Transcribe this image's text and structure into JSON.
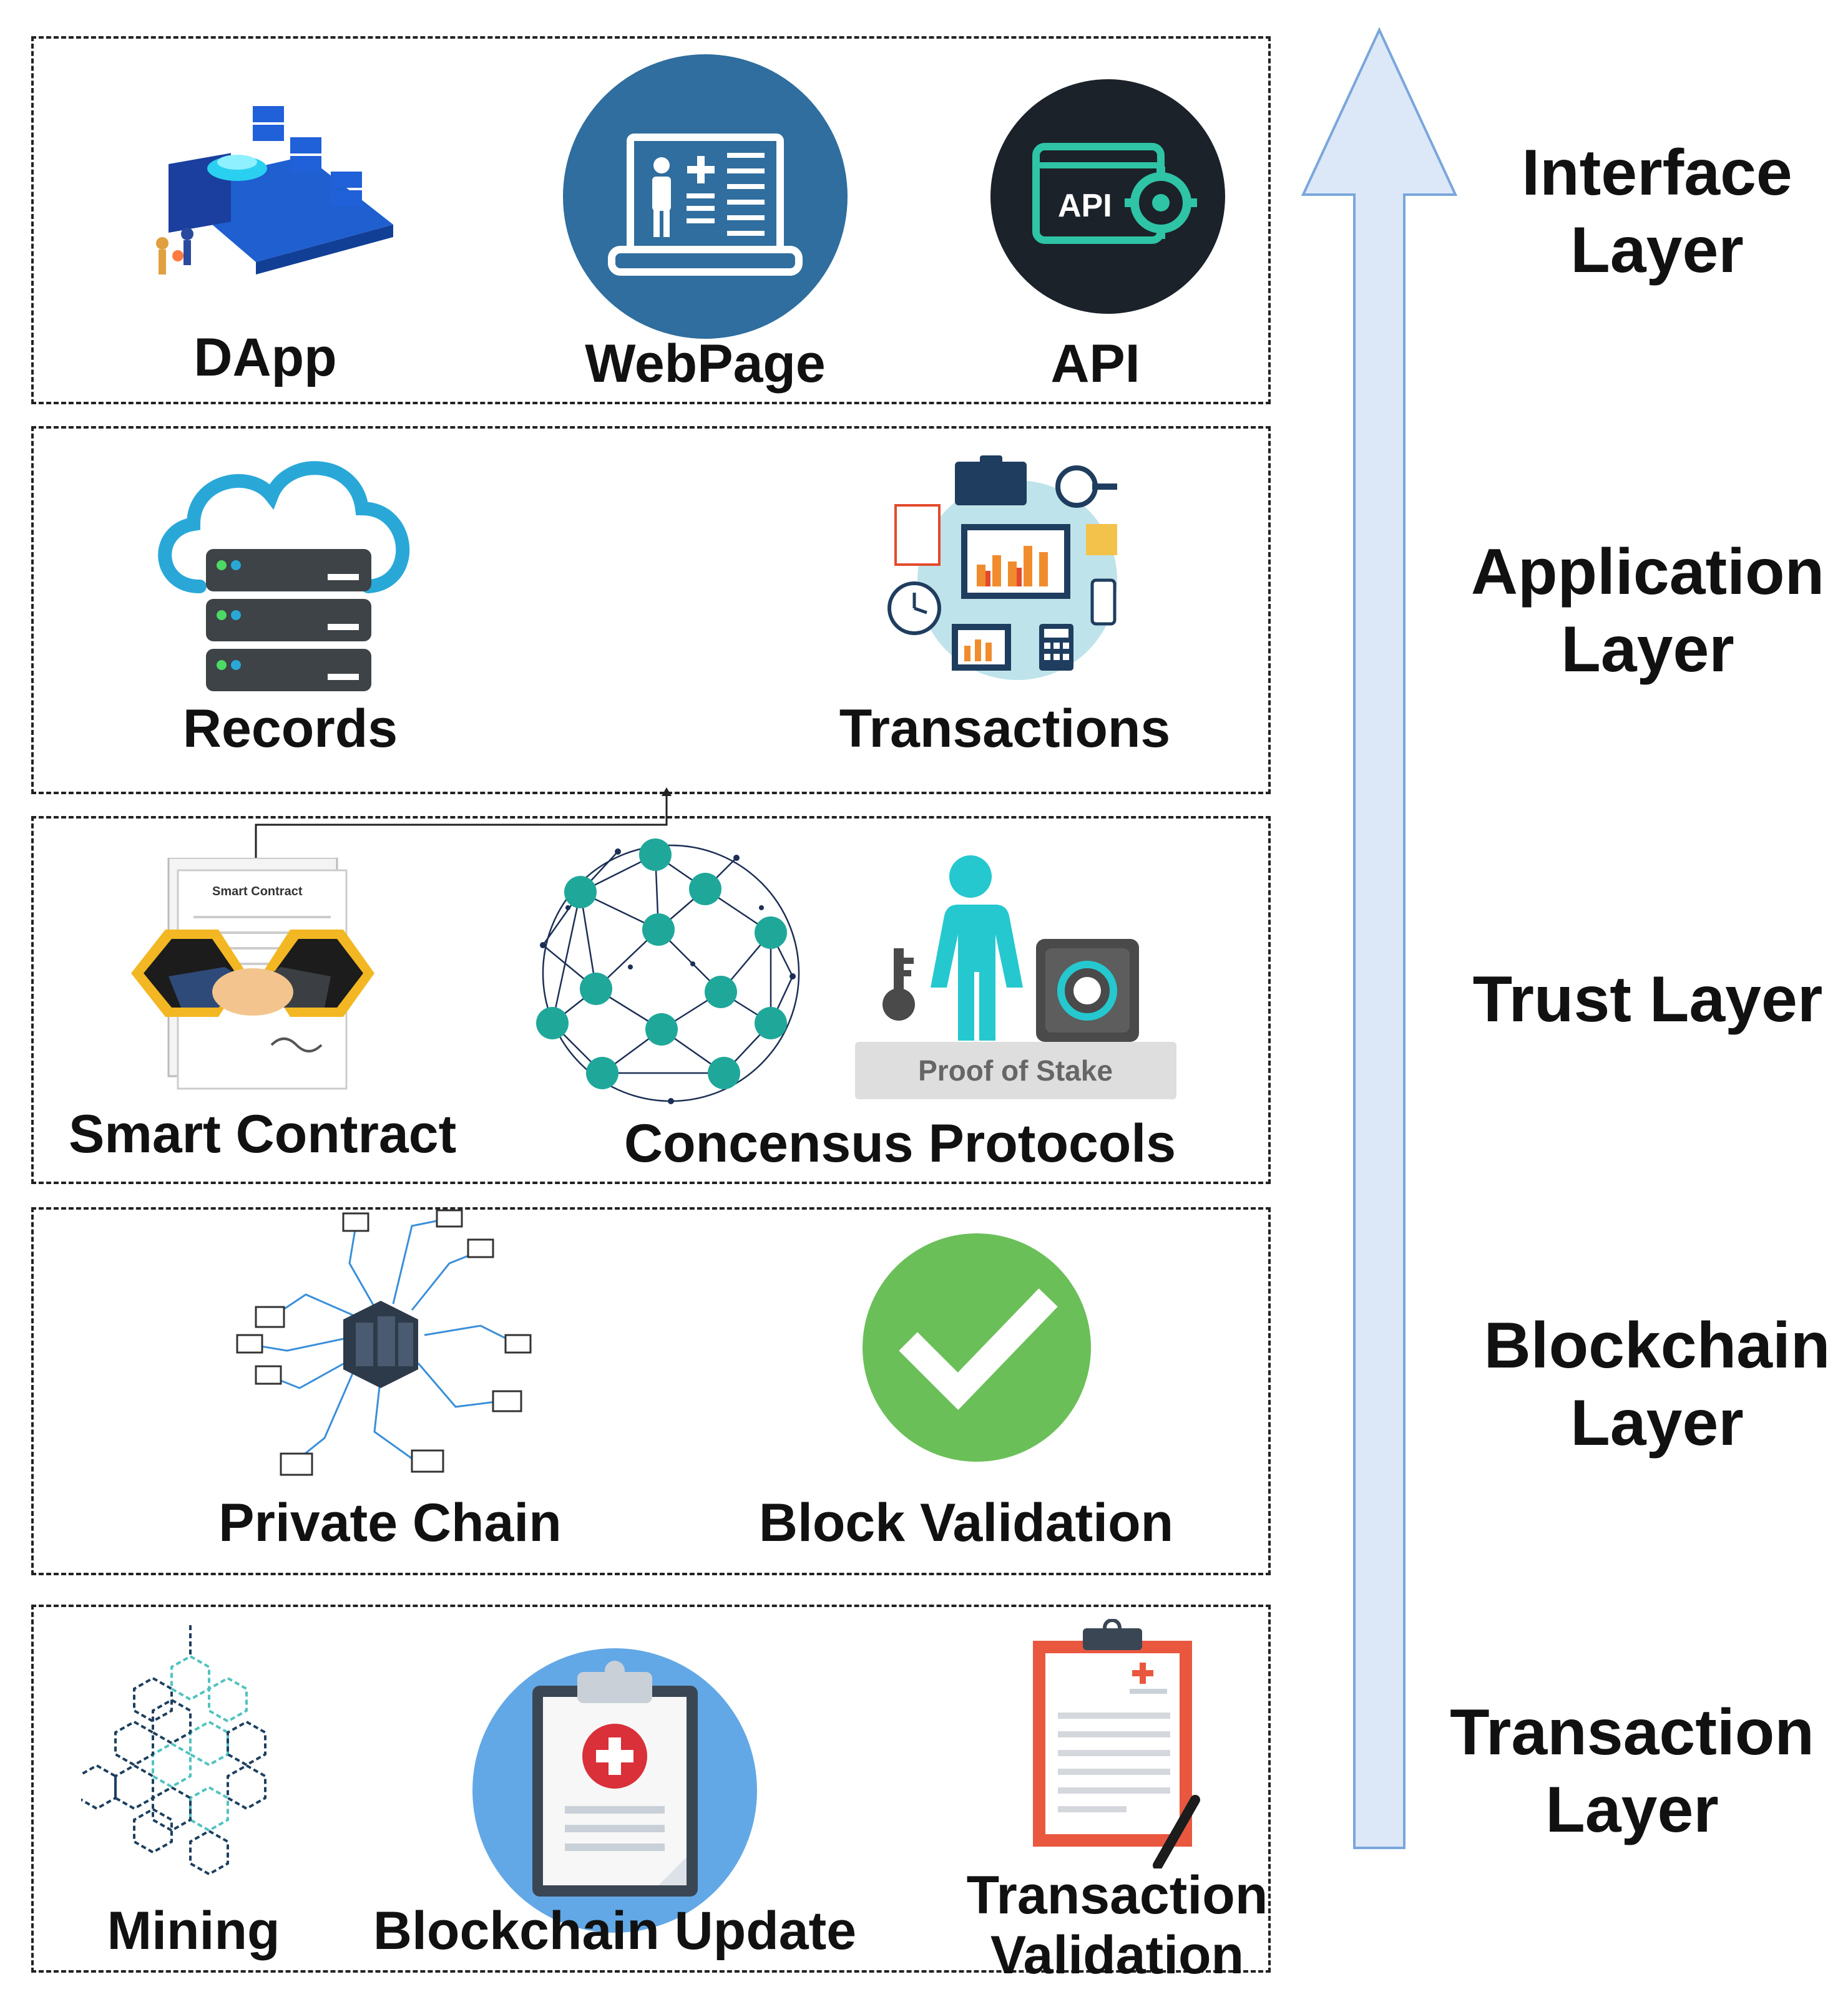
{
  "layers": [
    {
      "id": "interface",
      "label_line1": "Interface",
      "label_line2": "Layer"
    },
    {
      "id": "application",
      "label_line1": "Application",
      "label_line2": "Layer"
    },
    {
      "id": "trust",
      "label_line1": "Trust Layer",
      "label_line2": ""
    },
    {
      "id": "blockchain",
      "label_line1": "Blockchain",
      "label_line2": "Layer"
    },
    {
      "id": "transaction",
      "label_line1": "Transaction",
      "label_line2": "Layer"
    }
  ],
  "interface": {
    "dapp": "DApp",
    "webpage": "WebPage",
    "api": "API",
    "api_badge": "API"
  },
  "application": {
    "records": "Records",
    "transactions": "Transactions"
  },
  "trust": {
    "smart_contract": "Smart Contract",
    "smart_contract_doc_title": "Smart Contract",
    "consensus": "Concensus Protocols",
    "pos_plate": "Proof of Stake"
  },
  "blockchain": {
    "private_chain": "Private Chain",
    "block_validation": "Block Validation"
  },
  "transaction": {
    "mining": "Mining",
    "blockchain_update": "Blockchain Update",
    "transaction_validation_line1": "Transaction",
    "transaction_validation_line2": "Validation"
  },
  "colors": {
    "arrow_fill": "#dce8f8",
    "arrow_stroke": "#7aa6dc",
    "webpage_circle": "#2f6e9e",
    "api_circle": "#1b2229",
    "api_teal": "#2ec4a5",
    "cloud": "#29a8d8",
    "server": "#3d4347",
    "teal": "#1fa89a",
    "check_green": "#6bbf59",
    "update_circle": "#63a8e6",
    "validation_red": "#e9573f"
  }
}
